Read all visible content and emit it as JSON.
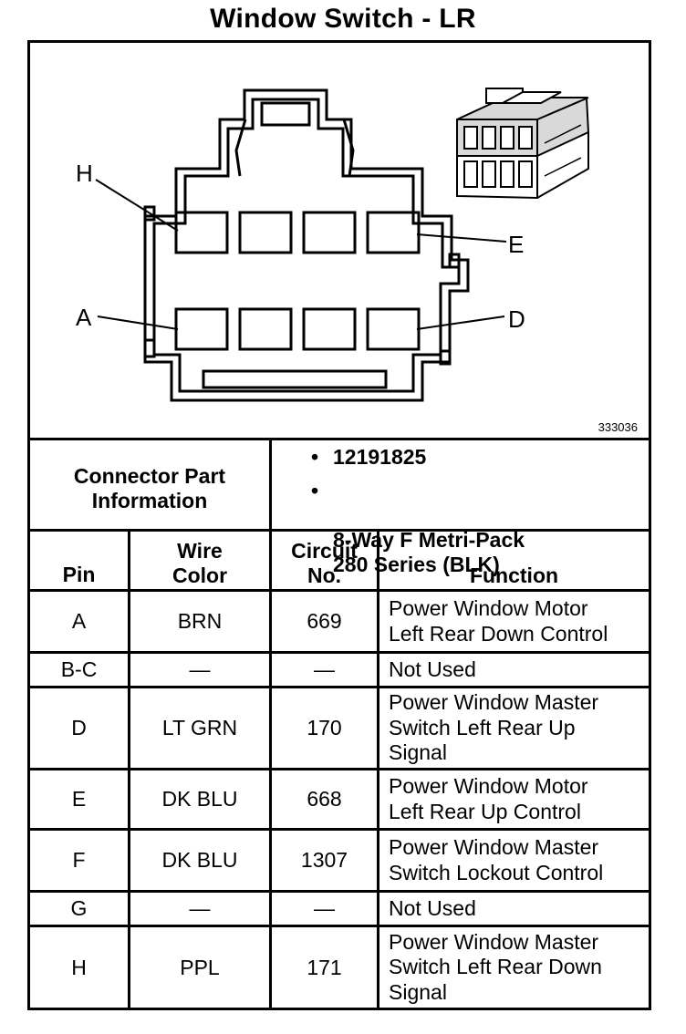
{
  "title": "Window Switch - LR",
  "diagram": {
    "figure_number": "333036",
    "pin_labels": {
      "h": "H",
      "e": "E",
      "a": "A",
      "d": "D"
    }
  },
  "connector_info": {
    "label": "Connector Part Information",
    "items": [
      {
        "text": "12191825"
      },
      {
        "text": "8-Way F Metri-Pack\n280 Series (BLK)"
      }
    ],
    "bullet": "•"
  },
  "table": {
    "headers": {
      "pin": "Pin",
      "wire_color": "Wire\nColor",
      "circuit_no": "Circuit\nNo.",
      "function": "Function"
    },
    "rows": [
      {
        "pin": "A",
        "wire_color": "BRN",
        "circuit": "669",
        "function": "Power Window Motor\nLeft Rear Down Control"
      },
      {
        "pin": "B-C",
        "wire_color": "—",
        "circuit": "—",
        "function": "Not Used"
      },
      {
        "pin": "D",
        "wire_color": "LT GRN",
        "circuit": "170",
        "function": "Power Window Master\nSwitch Left Rear Up\nSignal"
      },
      {
        "pin": "E",
        "wire_color": "DK BLU",
        "circuit": "668",
        "function": "Power Window Motor\nLeft Rear Up Control"
      },
      {
        "pin": "F",
        "wire_color": "DK BLU",
        "circuit": "1307",
        "function": "Power Window Master\nSwitch Lockout Control"
      },
      {
        "pin": "G",
        "wire_color": "—",
        "circuit": "—",
        "function": "Not Used"
      },
      {
        "pin": "H",
        "wire_color": "PPL",
        "circuit": "171",
        "function": "Power Window Master\nSwitch Left Rear Down\nSignal"
      }
    ]
  }
}
